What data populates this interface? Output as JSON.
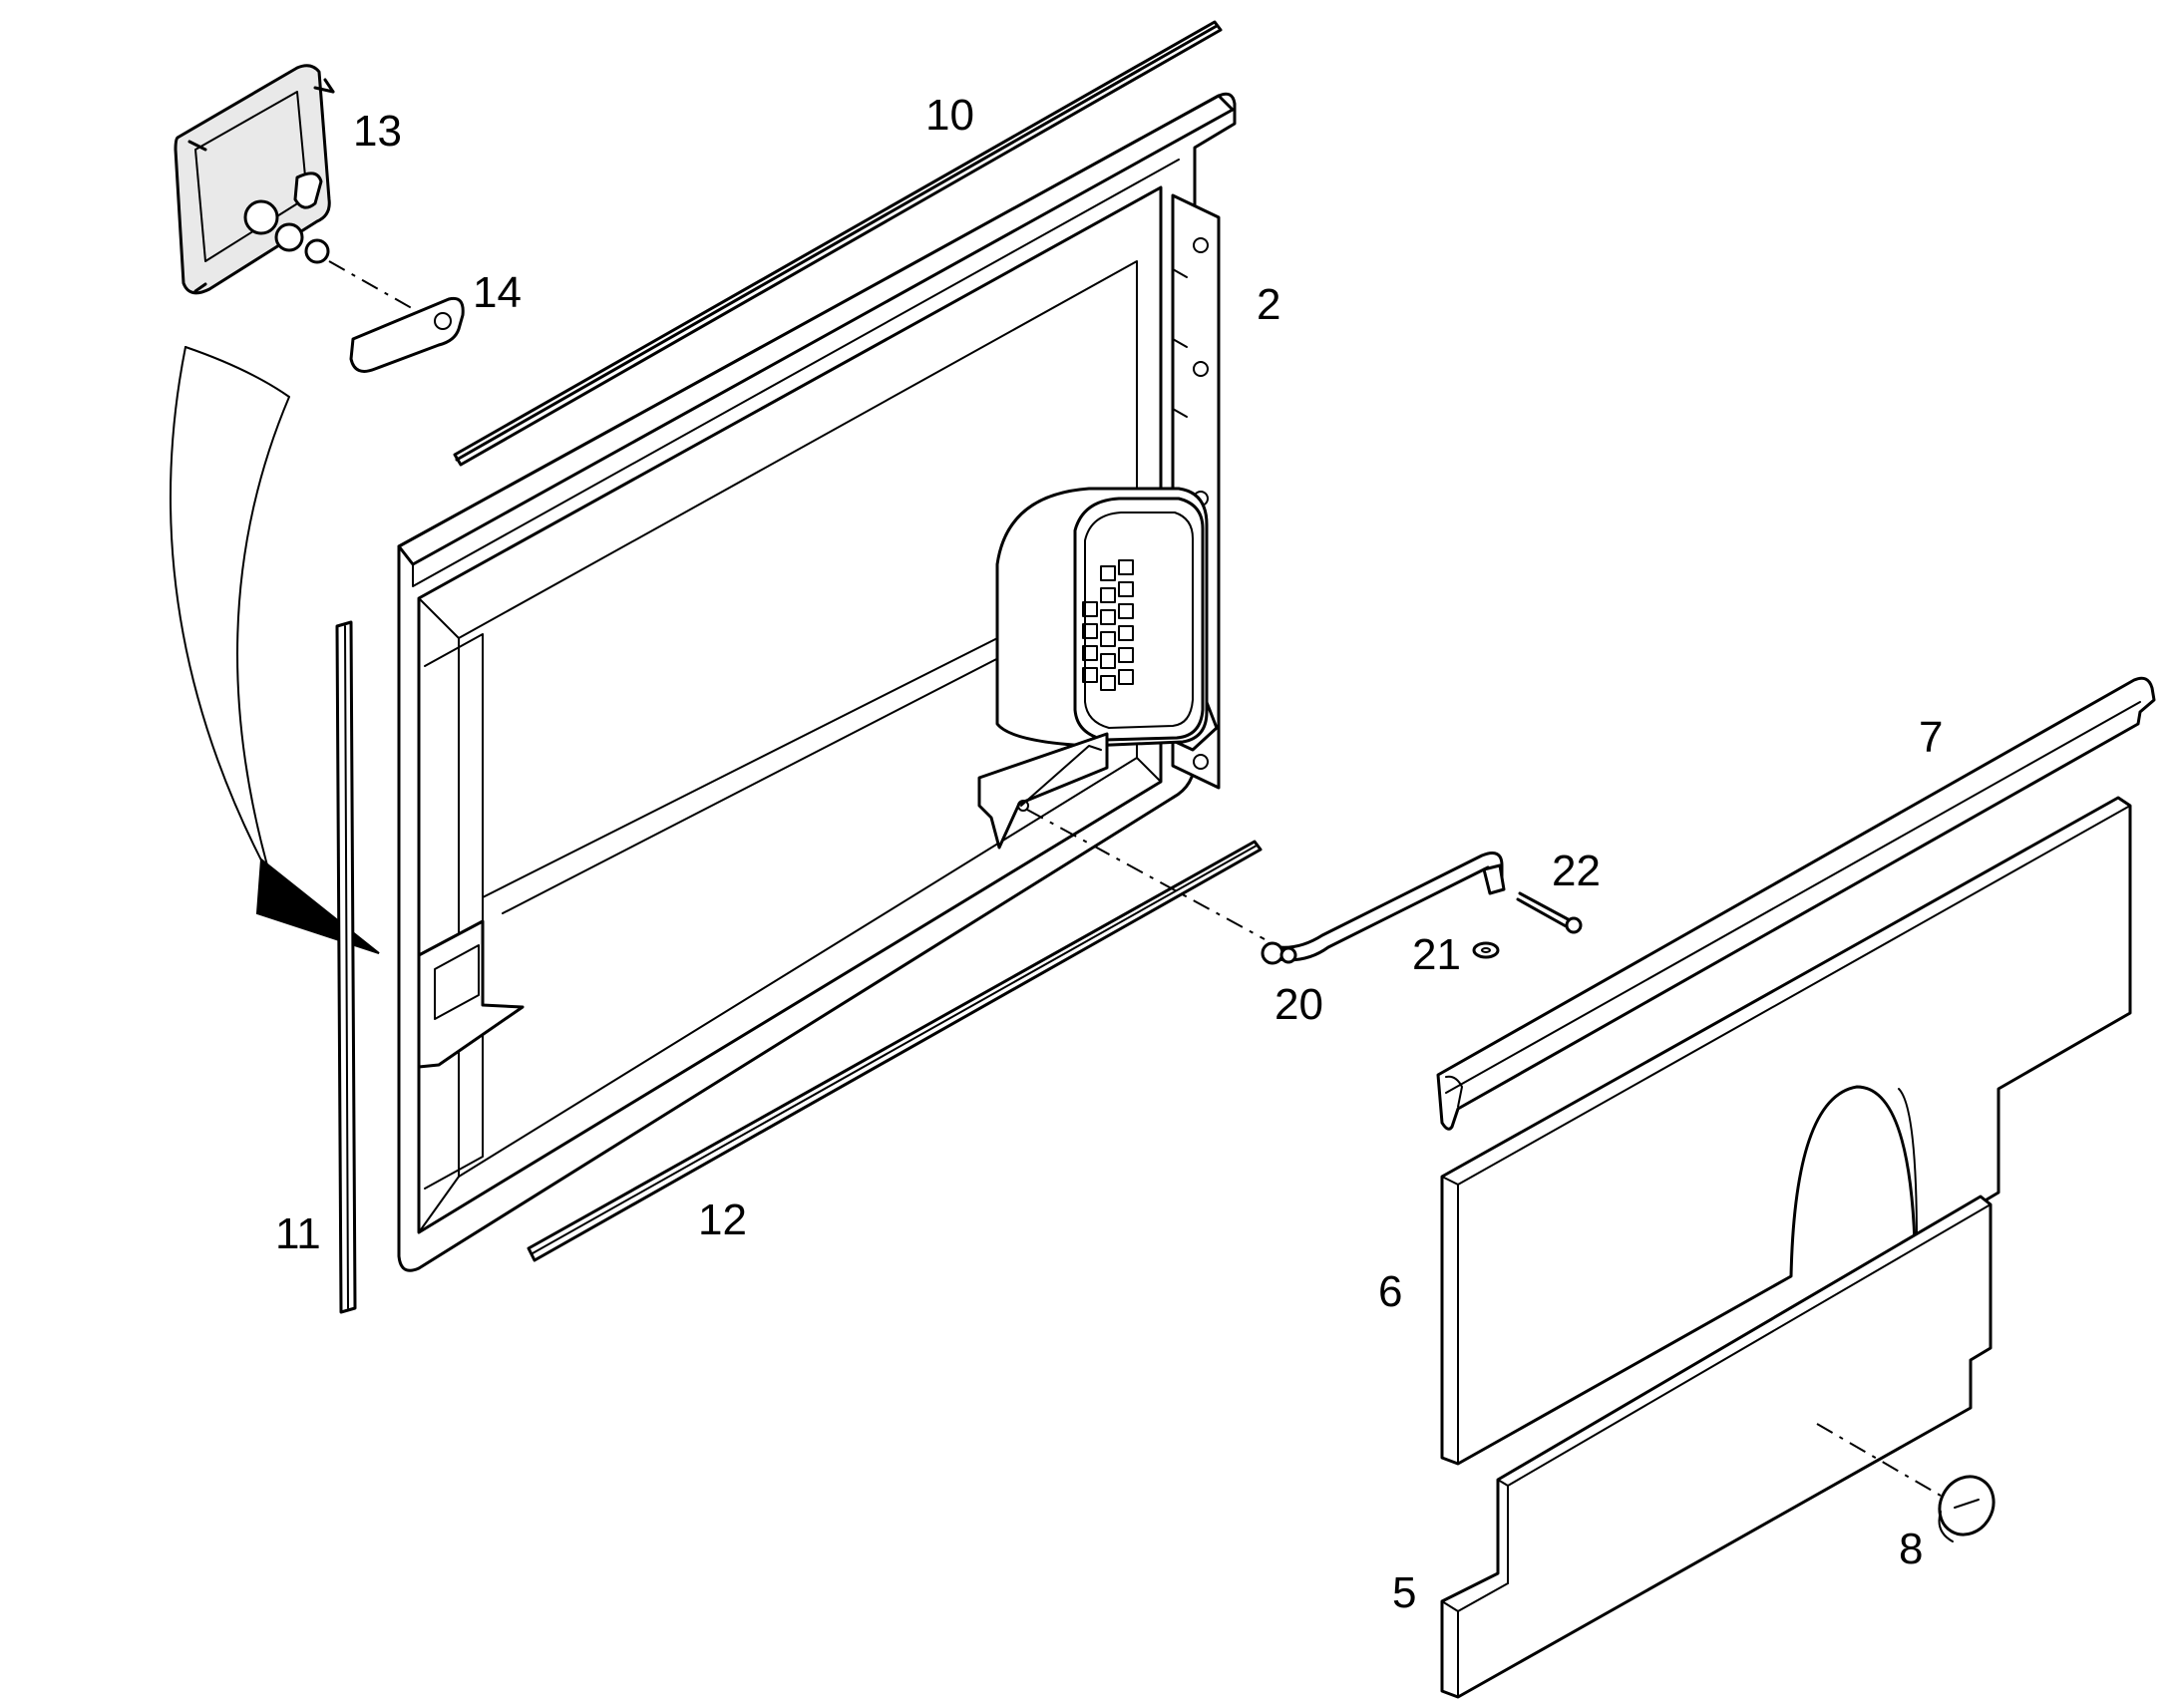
{
  "diagram": {
    "labels": [
      {
        "id": "label-10",
        "text": "10"
      },
      {
        "id": "label-13",
        "text": "13"
      },
      {
        "id": "label-14",
        "text": "14"
      },
      {
        "id": "label-2",
        "text": "2"
      },
      {
        "id": "label-11",
        "text": "11"
      },
      {
        "id": "label-12",
        "text": "12"
      },
      {
        "id": "label-7",
        "text": "7"
      },
      {
        "id": "label-22",
        "text": "22"
      },
      {
        "id": "label-21",
        "text": "21"
      },
      {
        "id": "label-20",
        "text": "20"
      },
      {
        "id": "label-6",
        "text": "6"
      },
      {
        "id": "label-8",
        "text": "8"
      },
      {
        "id": "label-5",
        "text": "5"
      }
    ]
  }
}
